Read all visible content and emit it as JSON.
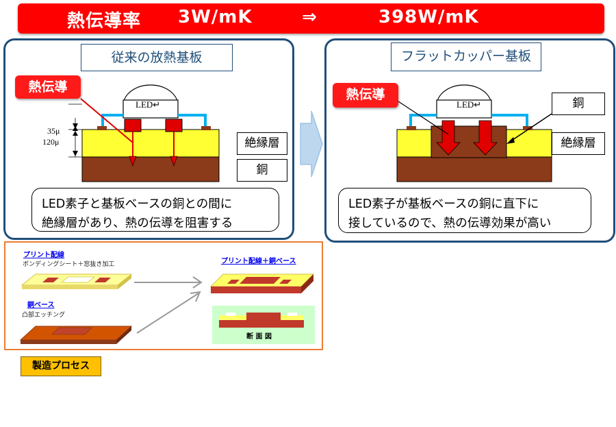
{
  "banner": {
    "title": "熱伝導率",
    "left_value": "3W/mK",
    "arrow": "⇒",
    "right_value": "398W/mK"
  },
  "left_panel": {
    "title": "従来の放熱基板",
    "tag": "熱伝導",
    "led_label": "LED↵",
    "dim_35": "35μ",
    "dim_120": "120μ",
    "insulation_label": "絶縁層",
    "copper_label": "銅",
    "caption_line1": "LED素子と基板ベースの銅との間に",
    "caption_line2": "絶縁層があり、熱の伝導を阻害する"
  },
  "right_panel": {
    "title": "フラットカッパー基板",
    "tag": "熱伝導",
    "led_label": "LED↵",
    "copper_label": "銅",
    "insulation_label": "絶縁層",
    "caption_line1": "LED素子が基板ベースの銅に直下に",
    "caption_line2": "接しているので、熱の伝導効果が高い"
  },
  "process": {
    "wiring_title": "プリント配線",
    "wiring_sub": "ボンディングシート＋窓抜き加工",
    "copper_title": "銅ベース",
    "copper_sub": "凸部エッチング",
    "result_title": "プリント配線＋銅ベース",
    "section_label": "断 面 図",
    "button_label": "製造プロセス"
  },
  "colors": {
    "banner": "#ff0000",
    "panel_border": "#1f4e79",
    "insulation": "#ffff33",
    "copper": "#8b3a1a",
    "process_border": "#ed7d31",
    "button": "#ffc000"
  }
}
